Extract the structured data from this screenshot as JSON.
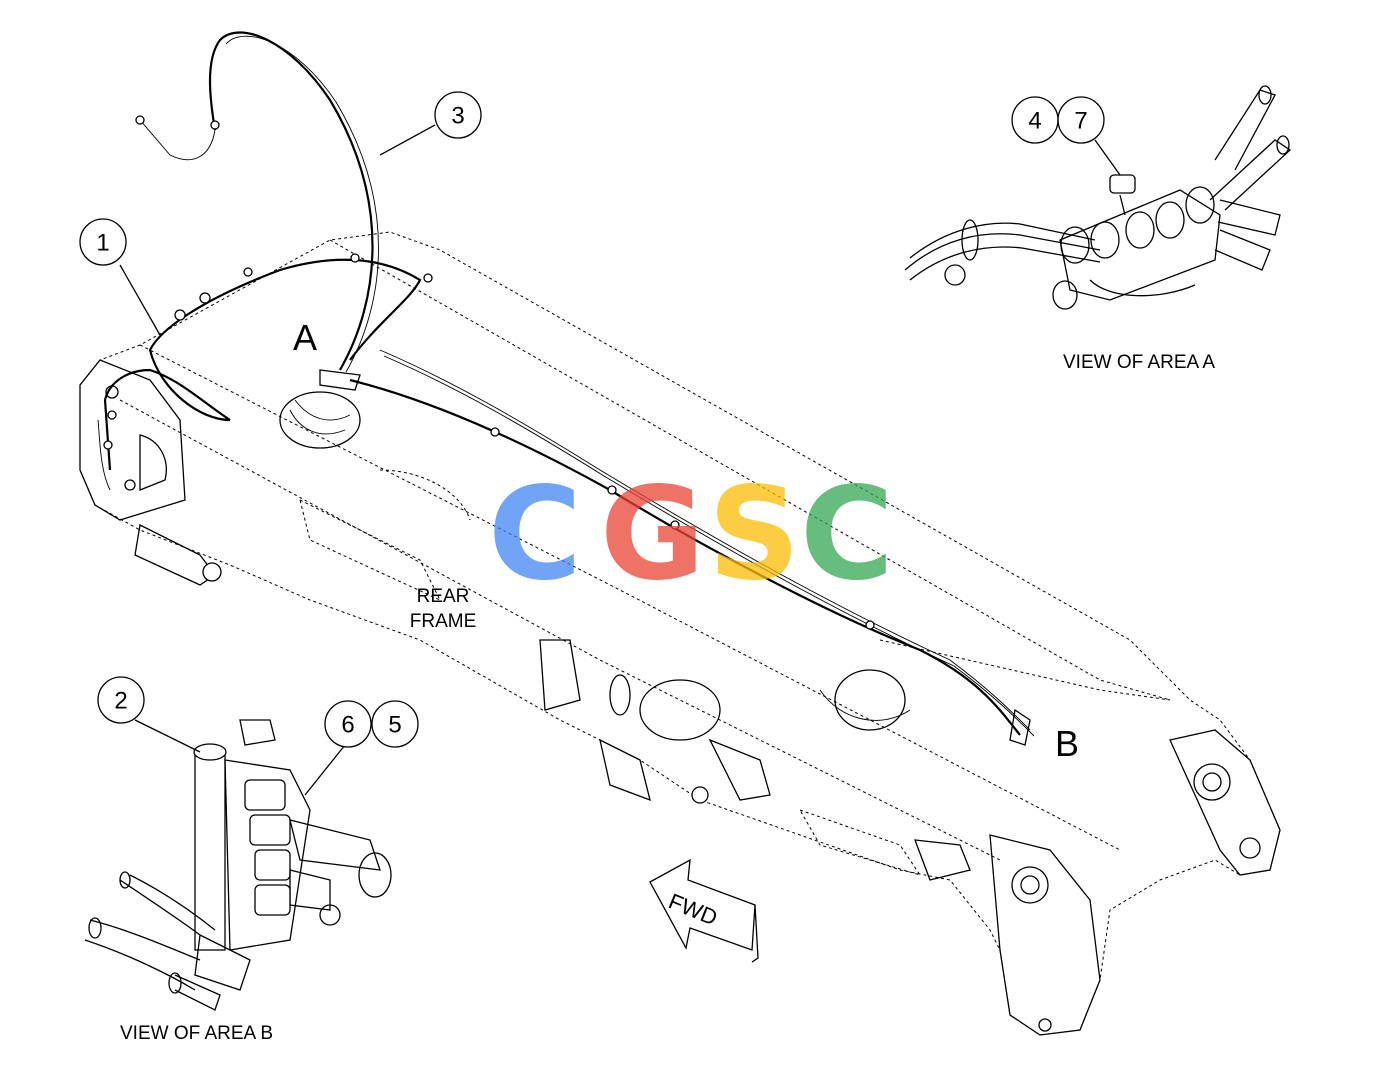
{
  "callouts": [
    {
      "id": "1",
      "label": "1"
    },
    {
      "id": "2",
      "label": "2"
    },
    {
      "id": "3",
      "label": "3"
    },
    {
      "id": "4",
      "label": "4"
    },
    {
      "id": "5",
      "label": "5"
    },
    {
      "id": "6",
      "label": "6"
    },
    {
      "id": "7",
      "label": "7"
    }
  ],
  "area_markers": {
    "a": "A",
    "b": "B"
  },
  "captions": {
    "view_a": "VIEW OF AREA A",
    "view_b": "VIEW OF AREA B"
  },
  "frame_label": {
    "line1": "REAR",
    "line2": "FRAME"
  },
  "direction": {
    "label": "FWD"
  },
  "watermark": {
    "letters": [
      "C",
      "G",
      "S",
      "C"
    ],
    "colors": [
      "#4285F4",
      "#EA4335",
      "#FBBC05",
      "#34A853"
    ]
  }
}
